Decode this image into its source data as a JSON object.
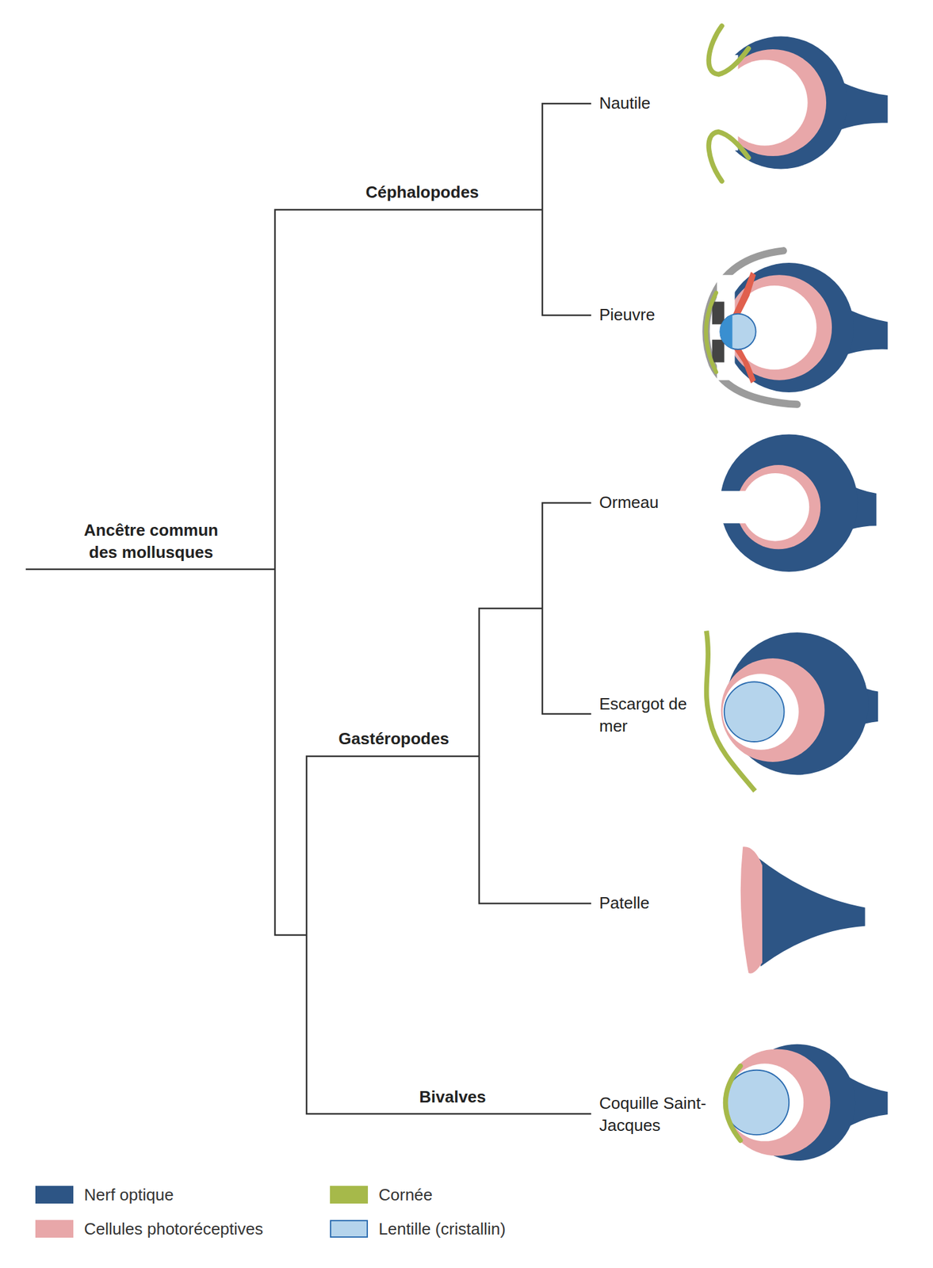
{
  "diagram": {
    "labels": [
      "Nautile",
      "Céphalopodes",
      "Pieuvre",
      "Ormeau",
      "Ancêtre commun des mollusques",
      "Escargot de mer",
      "Gastéropodes",
      "Patelle",
      "Bivalves",
      "Coquille Saint-Jacques"
    ],
    "legend": [
      {
        "text": "Nerf optique",
        "color": "#2d5585"
      },
      {
        "text": "Cellules photoréceptives",
        "color": "#e8a7a9"
      },
      {
        "text": "Cornée",
        "color": "#a6b94a"
      },
      {
        "text": "Lentille (cristallin)",
        "color": "#b5d4ec"
      }
    ]
  }
}
